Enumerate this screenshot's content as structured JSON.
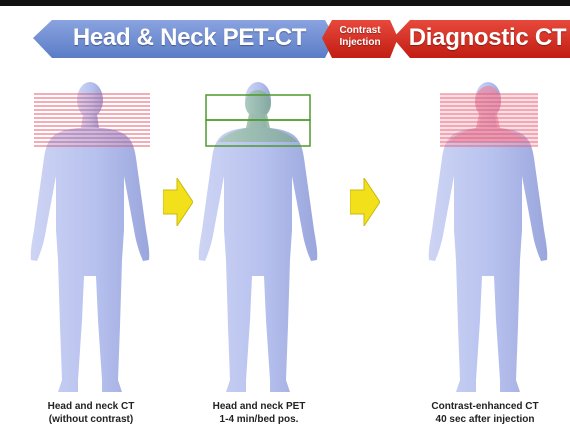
{
  "banner": {
    "left_label": "Head & Neck PET-CT",
    "middle_label_line1": "Contrast",
    "middle_label_line2": "Injection",
    "right_label": "Diagnostic CT"
  },
  "colors": {
    "blue": "#6d8cd3",
    "red": "#d42a1e",
    "body": "#b9c3ee",
    "ct_lines": "#e8495f",
    "pet_box": "#4d9a2a",
    "arrow": "#f2e11a"
  },
  "figures": [
    {
      "caption_line1": "Head and neck CT",
      "caption_line2": "(without contrast)"
    },
    {
      "caption_line1": "Head and neck PET",
      "caption_line2": "1-4 min/bed pos."
    },
    {
      "caption_line1": "Contrast-enhanced CT",
      "caption_line2": "40 sec after injection"
    }
  ]
}
